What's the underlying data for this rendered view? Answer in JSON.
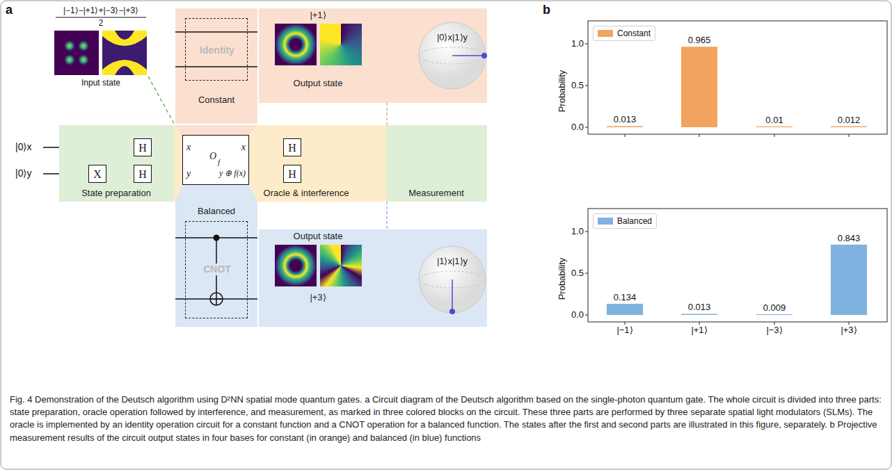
{
  "diagram": {
    "caption": "Fig. 4 Demonstration of the Deutsch algorithm using D²NN spatial mode quantum gates. a Circuit diagram of the Deutsch algorithm based on the single-photon quantum gate. The whole circuit is divided into three parts: state preparation, oracle operation followed by interference, and measurement, as marked in three colored blocks on the circuit. These three parts are performed by three separate spatial light modulators (SLMs). The oracle is implemented by an identity operation circuit for a constant function and a CNOT operation for a balanced function. The states after the first and second parts are illustrated in this figure, separately. b Projective measurement results of the circuit output states in four bases for constant (in orange) and balanced (in blue) functions",
    "nodes": [
      {
        "text": [
          "Constant"
        ]
      },
      {
        "text": [
          "Identity"
        ],
        "in": 0
      },
      {
        "text": [
          "|+1⟩",
          "Output state",
          "|0⟩x|1⟩y"
        ]
      },
      {
        "text": [
          "State preparation"
        ]
      },
      {
        "text": [
          "H"
        ],
        "in": 3
      },
      {
        "text": [
          "X"
        ],
        "in": 3
      },
      {
        "text": [
          "H"
        ],
        "in": 3
      },
      {
        "text": [
          "Oracle & interference"
        ]
      },
      {
        "text": [
          "x",
          "y",
          "O",
          "f",
          "x",
          "y ⊕ f(x)"
        ],
        "in": 7
      },
      {
        "text": [
          "H"
        ],
        "in": 7
      },
      {
        "text": [
          "H"
        ],
        "in": 7
      },
      {
        "text": [
          "Measurement"
        ]
      },
      {
        "text": [
          "Balanced"
        ]
      },
      {
        "text": [
          "CNOT"
        ],
        "in": 12
      },
      {
        "text": [
          "Output state",
          "|+3⟩",
          "|1⟩x|1⟩y"
        ]
      }
    ],
    "edges": [
      {
        "from": 5,
        "to": 6,
        "arrow": "none"
      },
      {
        "from": 4,
        "to": 8,
        "arrow": "none"
      },
      {
        "from": 6,
        "to": 8,
        "arrow": "none"
      },
      {
        "from": 8,
        "to": 9,
        "arrow": "none"
      },
      {
        "from": 8,
        "to": 10,
        "arrow": "none"
      }
    ],
    "labels": [
      "a",
      "b",
      "|−1⟩−|+1⟩+|−3⟩−|+3⟩",
      "2",
      "Input state",
      "|0⟩x",
      "|0⟩y",
      "Probability",
      "1.0",
      "0.5",
      "0.0",
      "0.013",
      "0.965",
      "0.01",
      "0.012",
      "Probability",
      "1.0",
      "0.5",
      "0.0",
      "0.134",
      "0.013",
      "0.009",
      "0.843",
      "|−1⟩",
      "|+1⟩",
      "|−3⟩",
      "|+3⟩"
    ],
    "legend": [
      {
        "text": "Constant",
        "color": "#f2a35e"
      },
      {
        "text": "Balanced",
        "color": "#7fb2df"
      }
    ]
  }
}
